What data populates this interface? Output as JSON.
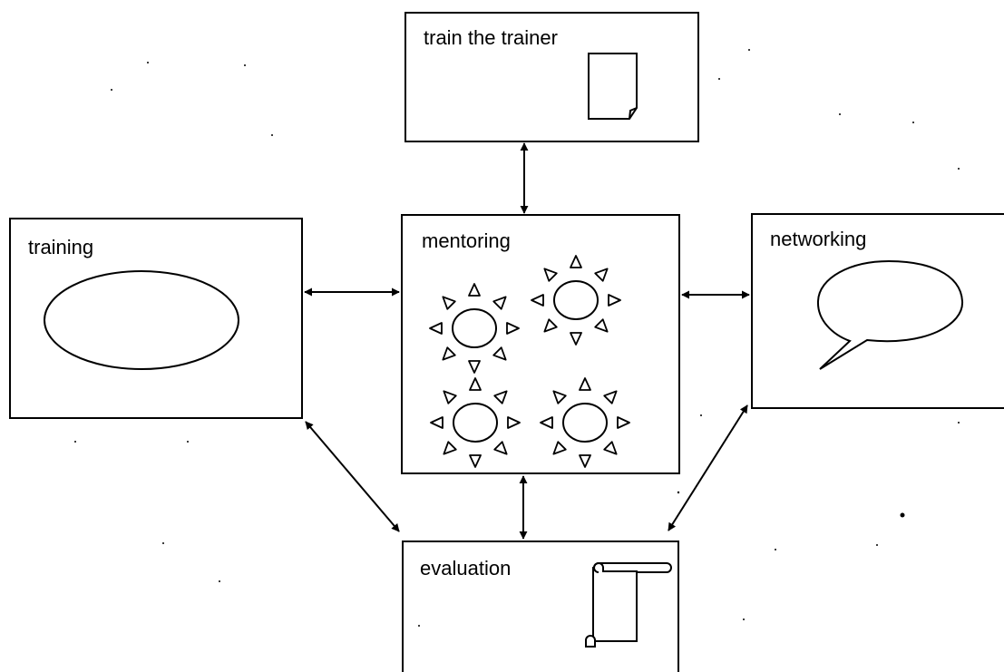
{
  "boxes": {
    "train_the_trainer": "train the trainer",
    "mentoring": "mentoring",
    "training": "training",
    "networking": "networking",
    "evaluation": "evaluation"
  },
  "colors": {
    "stroke": "#000000",
    "background": "#ffffff"
  },
  "icons": {
    "train_the_trainer": "document-icon",
    "training": "ellipse-icon",
    "mentoring": "sun-icon",
    "networking": "speech-bubble-icon",
    "evaluation": "scroll-icon"
  },
  "connections": [
    {
      "from": "train the trainer",
      "to": "mentoring",
      "type": "bidirectional"
    },
    {
      "from": "training",
      "to": "mentoring",
      "type": "bidirectional"
    },
    {
      "from": "mentoring",
      "to": "networking",
      "type": "bidirectional"
    },
    {
      "from": "mentoring",
      "to": "evaluation",
      "type": "bidirectional"
    },
    {
      "from": "training",
      "to": "evaluation",
      "type": "bidirectional"
    },
    {
      "from": "networking",
      "to": "evaluation",
      "type": "bidirectional"
    }
  ]
}
